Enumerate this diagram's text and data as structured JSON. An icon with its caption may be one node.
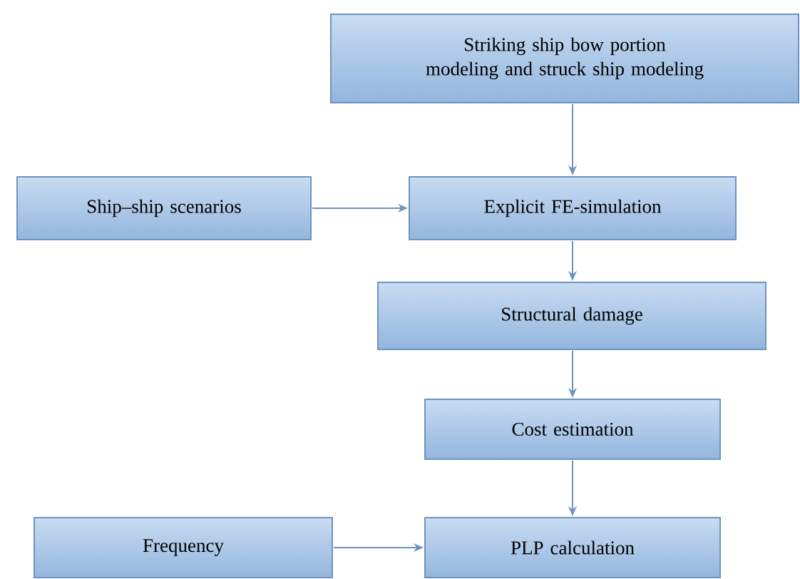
{
  "diagram": {
    "nodes": [
      {
        "text": [
          "Striking ship bow portion modeling and struck ship modeling"
        ]
      },
      {
        "text": [
          "Ship–ship scenarios"
        ]
      },
      {
        "text": [
          "Explicit FE-simulation"
        ]
      },
      {
        "text": [
          "Structural damage"
        ]
      },
      {
        "text": [
          "Cost estimation"
        ]
      },
      {
        "text": [
          "Frequency"
        ]
      },
      {
        "text": [
          "PLP calculation"
        ]
      }
    ],
    "edges": [
      {
        "from": 0,
        "to": 2,
        "arrow": "to"
      },
      {
        "from": 1,
        "to": 2,
        "arrow": "to"
      },
      {
        "from": 2,
        "to": 3,
        "arrow": "to"
      },
      {
        "from": 3,
        "to": 4,
        "arrow": "to"
      },
      {
        "from": 4,
        "to": 6,
        "arrow": "to"
      },
      {
        "from": 5,
        "to": 6,
        "arrow": "to"
      }
    ]
  }
}
